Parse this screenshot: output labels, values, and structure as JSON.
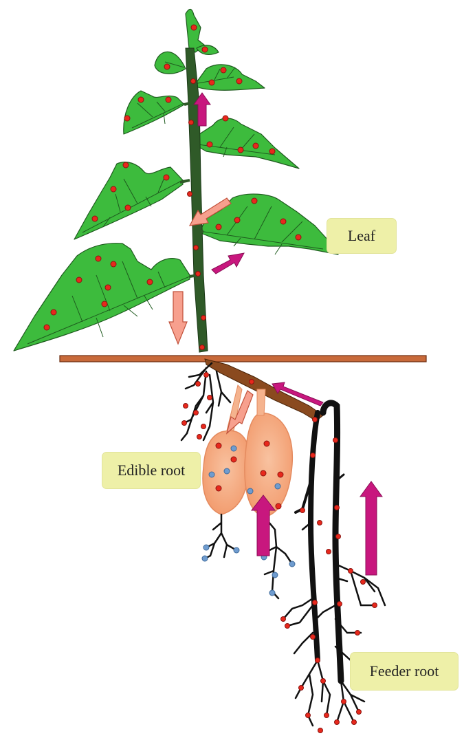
{
  "labels": {
    "leaf": "Leaf",
    "edible_root": "Edible root",
    "feeder_root": "Feeder root"
  },
  "colors": {
    "leaf_fill": "#3dbb3d",
    "leaf_edge": "#1e5a1e",
    "stem": "#2f5a28",
    "soil_line": "#c86a3a",
    "rhizome": "#8a4a1f",
    "root_black": "#111111",
    "tuber": "#f5b38e",
    "red_dot": "#e8281c",
    "blue_dot": "#6f9ccf",
    "arrow_magenta": "#c8177e",
    "arrow_salmon": "#f7a08e",
    "callout_bg": "#eef0a8"
  },
  "icons": {
    "upward_arrow": "magenta-arrow",
    "downward_arrow": "salmon-arrow"
  }
}
